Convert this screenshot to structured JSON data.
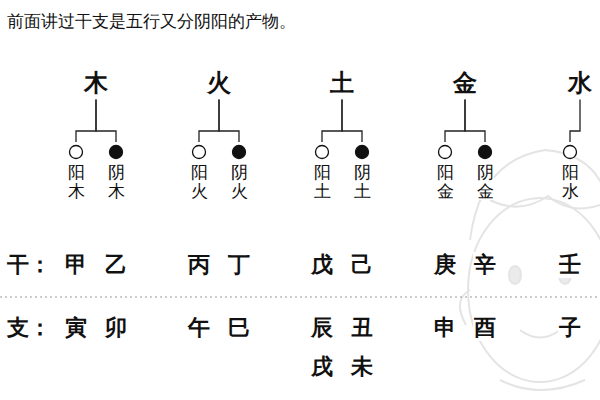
{
  "diagram": {
    "nodes": [
      {
        "text": [
          "木"
        ]
      },
      {
        "text": [
          "阳木"
        ]
      },
      {
        "text": [
          "阴木"
        ]
      },
      {
        "text": [
          "火"
        ]
      },
      {
        "text": [
          "阳火"
        ]
      },
      {
        "text": [
          "阴火"
        ]
      },
      {
        "text": [
          "土"
        ]
      },
      {
        "text": [
          "阳土"
        ]
      },
      {
        "text": [
          "阴土"
        ]
      },
      {
        "text": [
          "金"
        ]
      },
      {
        "text": [
          "阳金"
        ]
      },
      {
        "text": [
          "阴金"
        ]
      },
      {
        "text": [
          "水"
        ]
      },
      {
        "text": [
          "阳水"
        ]
      }
    ],
    "edges": [
      {
        "from": 0,
        "to": 1,
        "arrow": "none"
      },
      {
        "from": 0,
        "to": 2,
        "arrow": "none"
      },
      {
        "from": 3,
        "to": 4,
        "arrow": "none"
      },
      {
        "from": 3,
        "to": 5,
        "arrow": "none"
      },
      {
        "from": 6,
        "to": 7,
        "arrow": "none"
      },
      {
        "from": 6,
        "to": 8,
        "arrow": "none"
      },
      {
        "from": 9,
        "to": 10,
        "arrow": "none"
      },
      {
        "from": 9,
        "to": 11,
        "arrow": "none"
      },
      {
        "from": 12,
        "to": 13,
        "arrow": "none"
      }
    ],
    "labels": [
      "前面讲过干支是五行又分阴阳的产物。",
      "干：",
      "甲",
      "乙",
      "丙",
      "丁",
      "戊",
      "己",
      "庚",
      "辛",
      "壬",
      "支：",
      "寅",
      "卯",
      "午",
      "巳",
      "辰",
      "丑",
      "戌",
      "未",
      "申",
      "酉",
      "子"
    ]
  }
}
